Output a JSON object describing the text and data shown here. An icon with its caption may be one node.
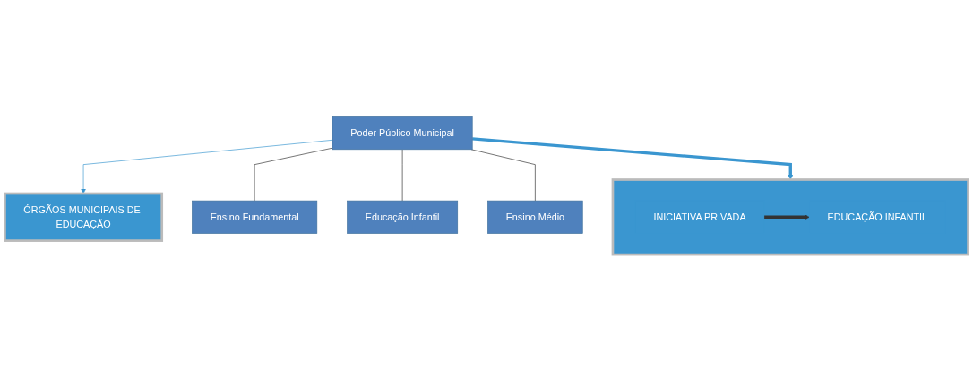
{
  "diagram": {
    "nodes": [
      {
        "text": [
          "ÓRGÃOS MUNICIPAIS DE EDUCAÇÃO"
        ]
      },
      {
        "text": [
          "Poder Público Municipal"
        ]
      },
      {
        "text": [
          "Ensino Fundamental"
        ]
      },
      {
        "text": [
          "Educação Infantil"
        ]
      },
      {
        "text": [
          "Ensino Médio"
        ]
      },
      {
        "text": [],
        "shape": "box"
      },
      {
        "text": [
          "INICIATIVA PRIVADA"
        ],
        "in": 5
      },
      {
        "text": [
          "EDUCAÇÃO INFANTIL"
        ],
        "in": 5
      }
    ],
    "edges": [
      {
        "from": 1,
        "to": 0,
        "arrow": "to",
        "color": "#3a96d0"
      },
      {
        "from": 1,
        "to": 2,
        "arrow": "none"
      },
      {
        "from": 1,
        "to": 3,
        "arrow": "none"
      },
      {
        "from": 1,
        "to": 4,
        "arrow": "none"
      },
      {
        "from": 1,
        "to": 5,
        "arrow": "to",
        "style": "thick",
        "color": "#3a96d0"
      },
      {
        "from": 6,
        "to": 7,
        "arrow": "to",
        "style": "thick"
      }
    ]
  }
}
